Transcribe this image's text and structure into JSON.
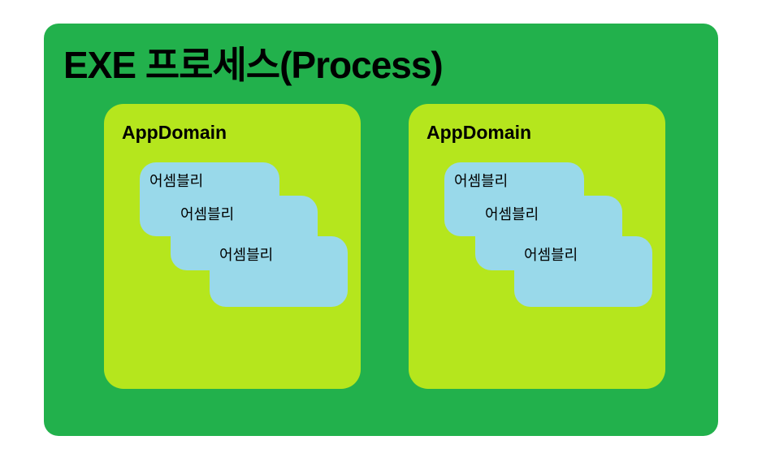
{
  "process": {
    "title": "EXE 프로세스(Process)",
    "domains": [
      {
        "label": "AppDomain",
        "assemblies": [
          "어셈블리",
          "어셈블리",
          "어셈블리"
        ]
      },
      {
        "label": "AppDomain",
        "assemblies": [
          "어셈블리",
          "어셈블리",
          "어셈블리"
        ]
      }
    ]
  },
  "colors": {
    "process": "#22B14C",
    "domain": "#B5E61D",
    "assembly": "#99D9EA",
    "text": "#000000",
    "background": "#FFFFFF"
  }
}
